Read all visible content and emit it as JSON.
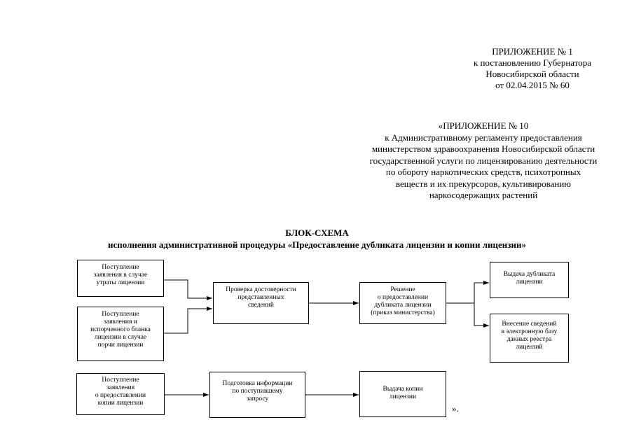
{
  "appendix_1": {
    "lines": [
      "ПРИЛОЖЕНИЕ № 1",
      "к постановлению Губернатора",
      "Новосибирской области",
      "от 02.04.2015  № 60"
    ]
  },
  "appendix_10": {
    "lines": [
      "«ПРИЛОЖЕНИЕ № 10",
      "к Административному регламенту предоставления",
      "министерством здравоохранения Новосибирской области",
      "государственной услуги по лицензированию деятельности",
      "по обороту наркотических средств, психотропных",
      "веществ и их прекурсоров, культивированию",
      "наркосодержащих растений"
    ]
  },
  "scheme": {
    "title": "БЛОК-СХЕМА",
    "subtitle": "исполнения административной процедуры «Предоставление дубликата лицензии и копии лицензии»"
  },
  "boxes": {
    "loss": [
      "Поступление",
      "заявления в случае",
      "утраты лицензии"
    ],
    "damage": [
      "Поступление",
      "заявления и",
      "испорченного бланка",
      "лицензии в случае",
      "порчи лицензии"
    ],
    "verify": [
      "Проверка достоверности",
      "представленных",
      "сведений"
    ],
    "decision": [
      "Решение",
      "о предоставлении",
      "дубликата лицензии",
      "(приказ министерства)"
    ],
    "issue_duplicate": [
      "Выдача дубликата",
      "лицензии"
    ],
    "registry": [
      "Внесение сведений",
      "в электронную базу",
      "данных реестра",
      "лицензий"
    ],
    "copy_request": [
      "Поступление",
      "заявления",
      "о предоставлении",
      "копии лицензии"
    ],
    "prepare_info": [
      "Подготовка информации",
      "по поступившему",
      "запросу"
    ],
    "issue_copy": [
      "Выдача копии",
      "лицензии"
    ]
  },
  "closing": "».",
  "line_color": "#000000"
}
